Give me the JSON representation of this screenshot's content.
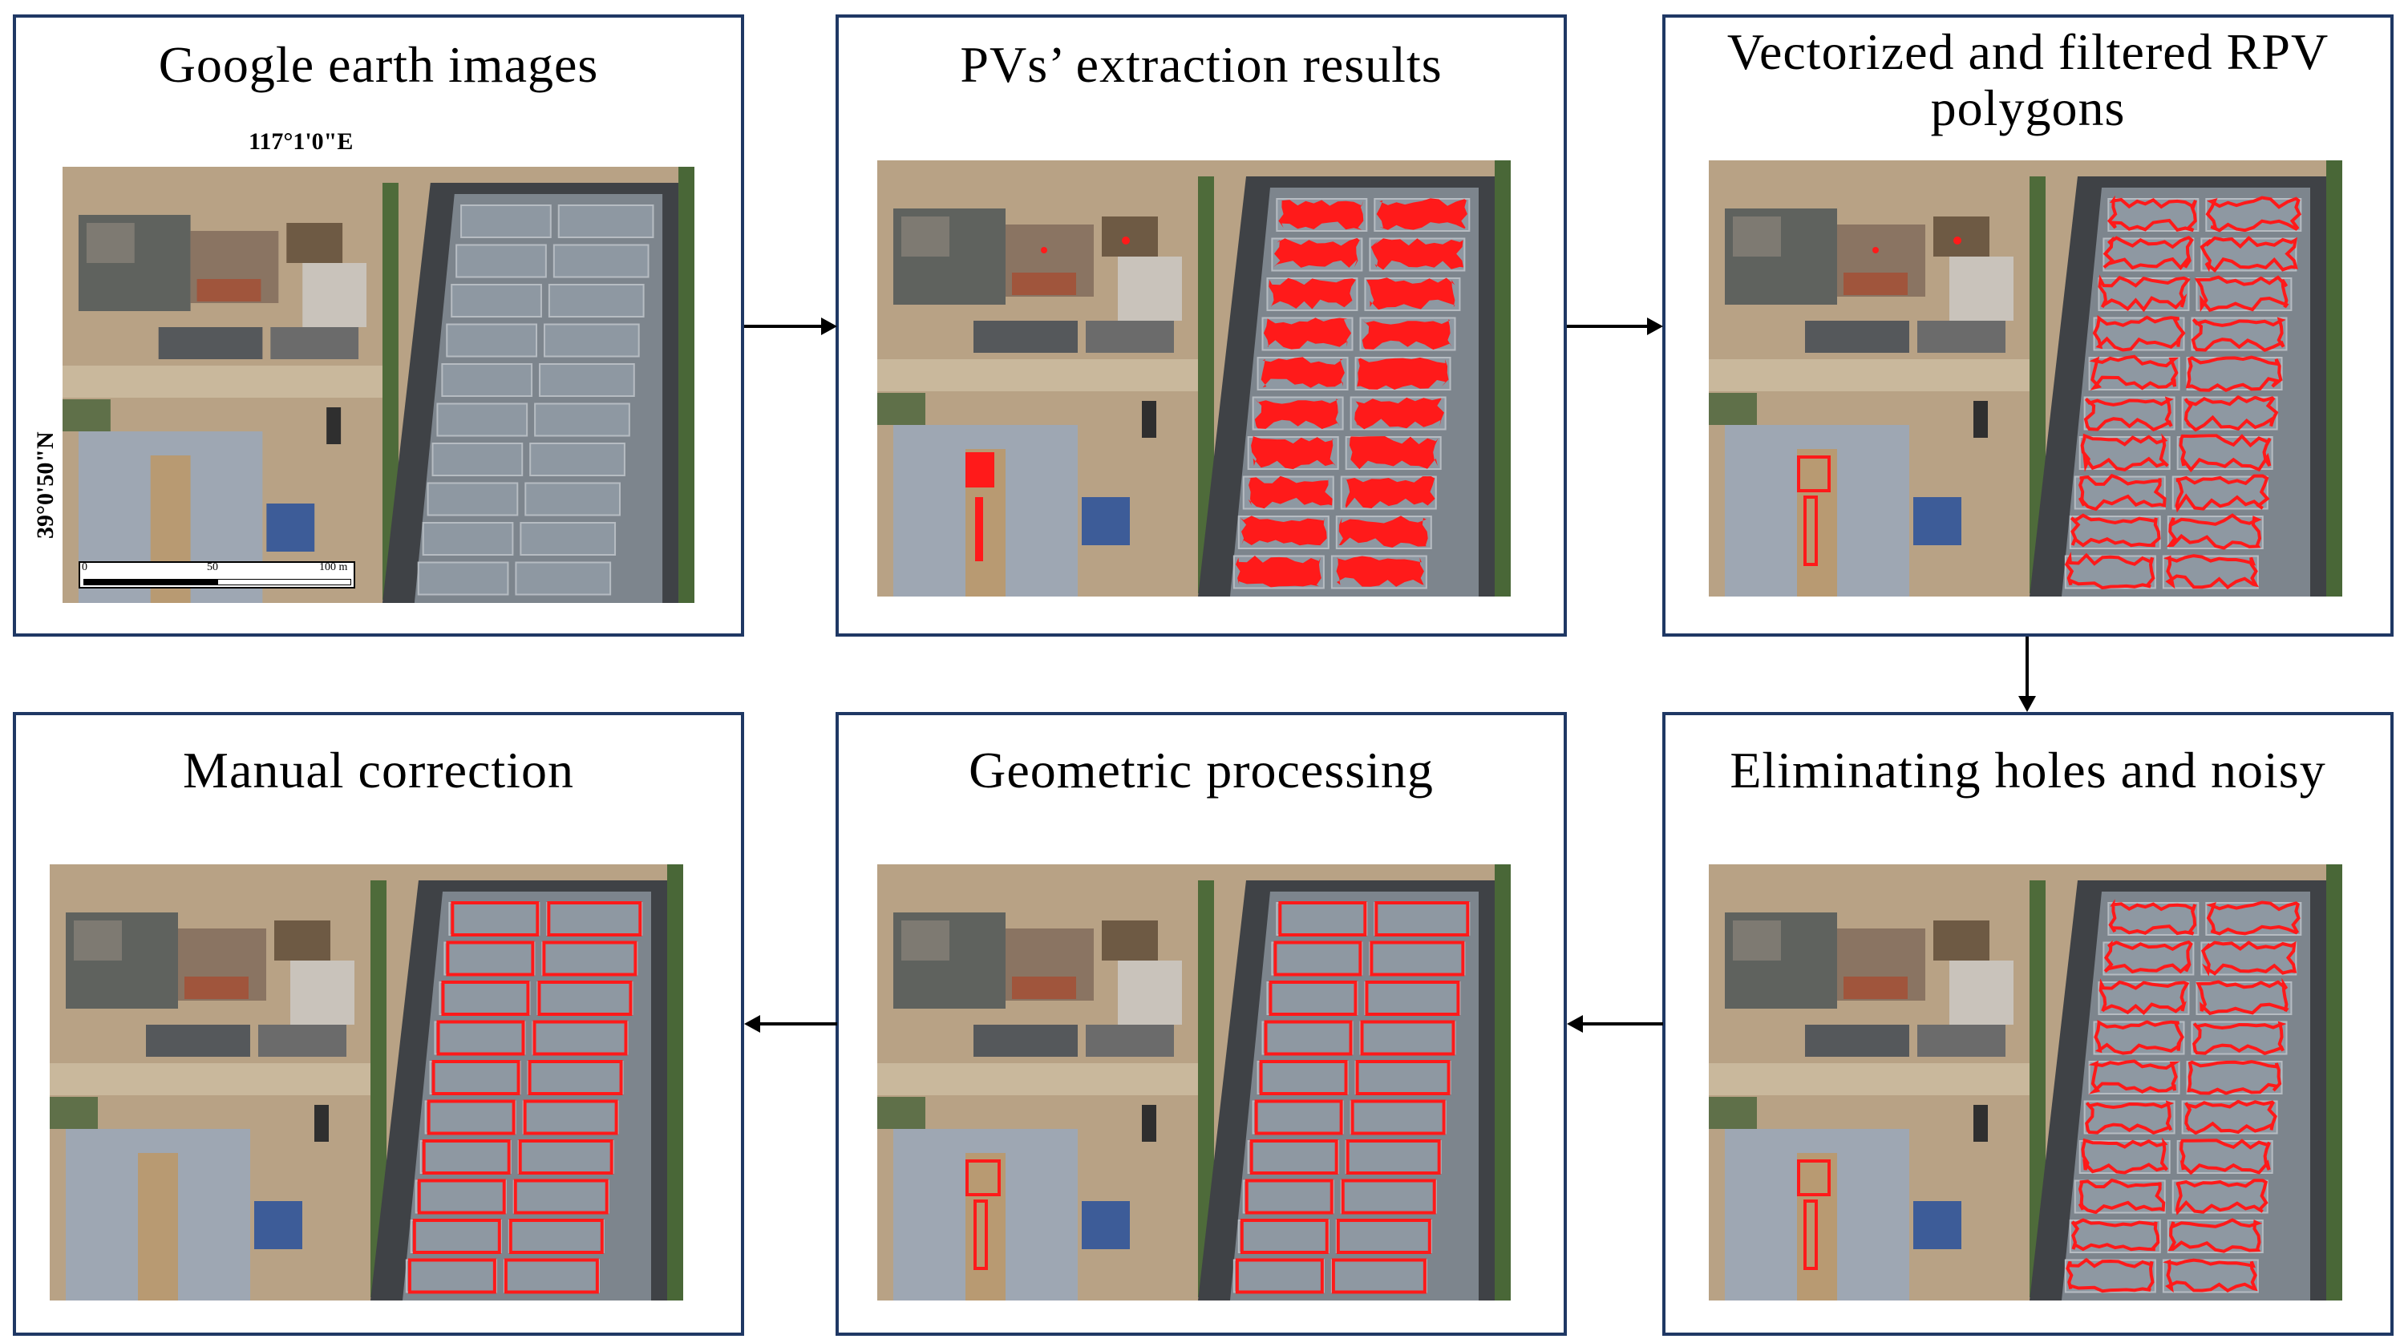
{
  "panels": [
    {
      "id": "p1",
      "title": "Google earth images"
    },
    {
      "id": "p2",
      "title": "PVs’ extraction results"
    },
    {
      "id": "p3",
      "title": "Vectorized and filtered RPV polygons"
    },
    {
      "id": "p4",
      "title": "Eliminating holes and noisy"
    },
    {
      "id": "p5",
      "title": "Geometric processing"
    },
    {
      "id": "p6",
      "title": "Manual correction"
    }
  ],
  "map": {
    "lon_label": "117°1'0\"E",
    "lat_label": "39°0'50\"N",
    "scale_ticks": [
      "0",
      "50",
      "100 m"
    ]
  },
  "colors": {
    "border": "#1f3864",
    "overlay": "#ff1a1a",
    "arrow": "#000000"
  }
}
